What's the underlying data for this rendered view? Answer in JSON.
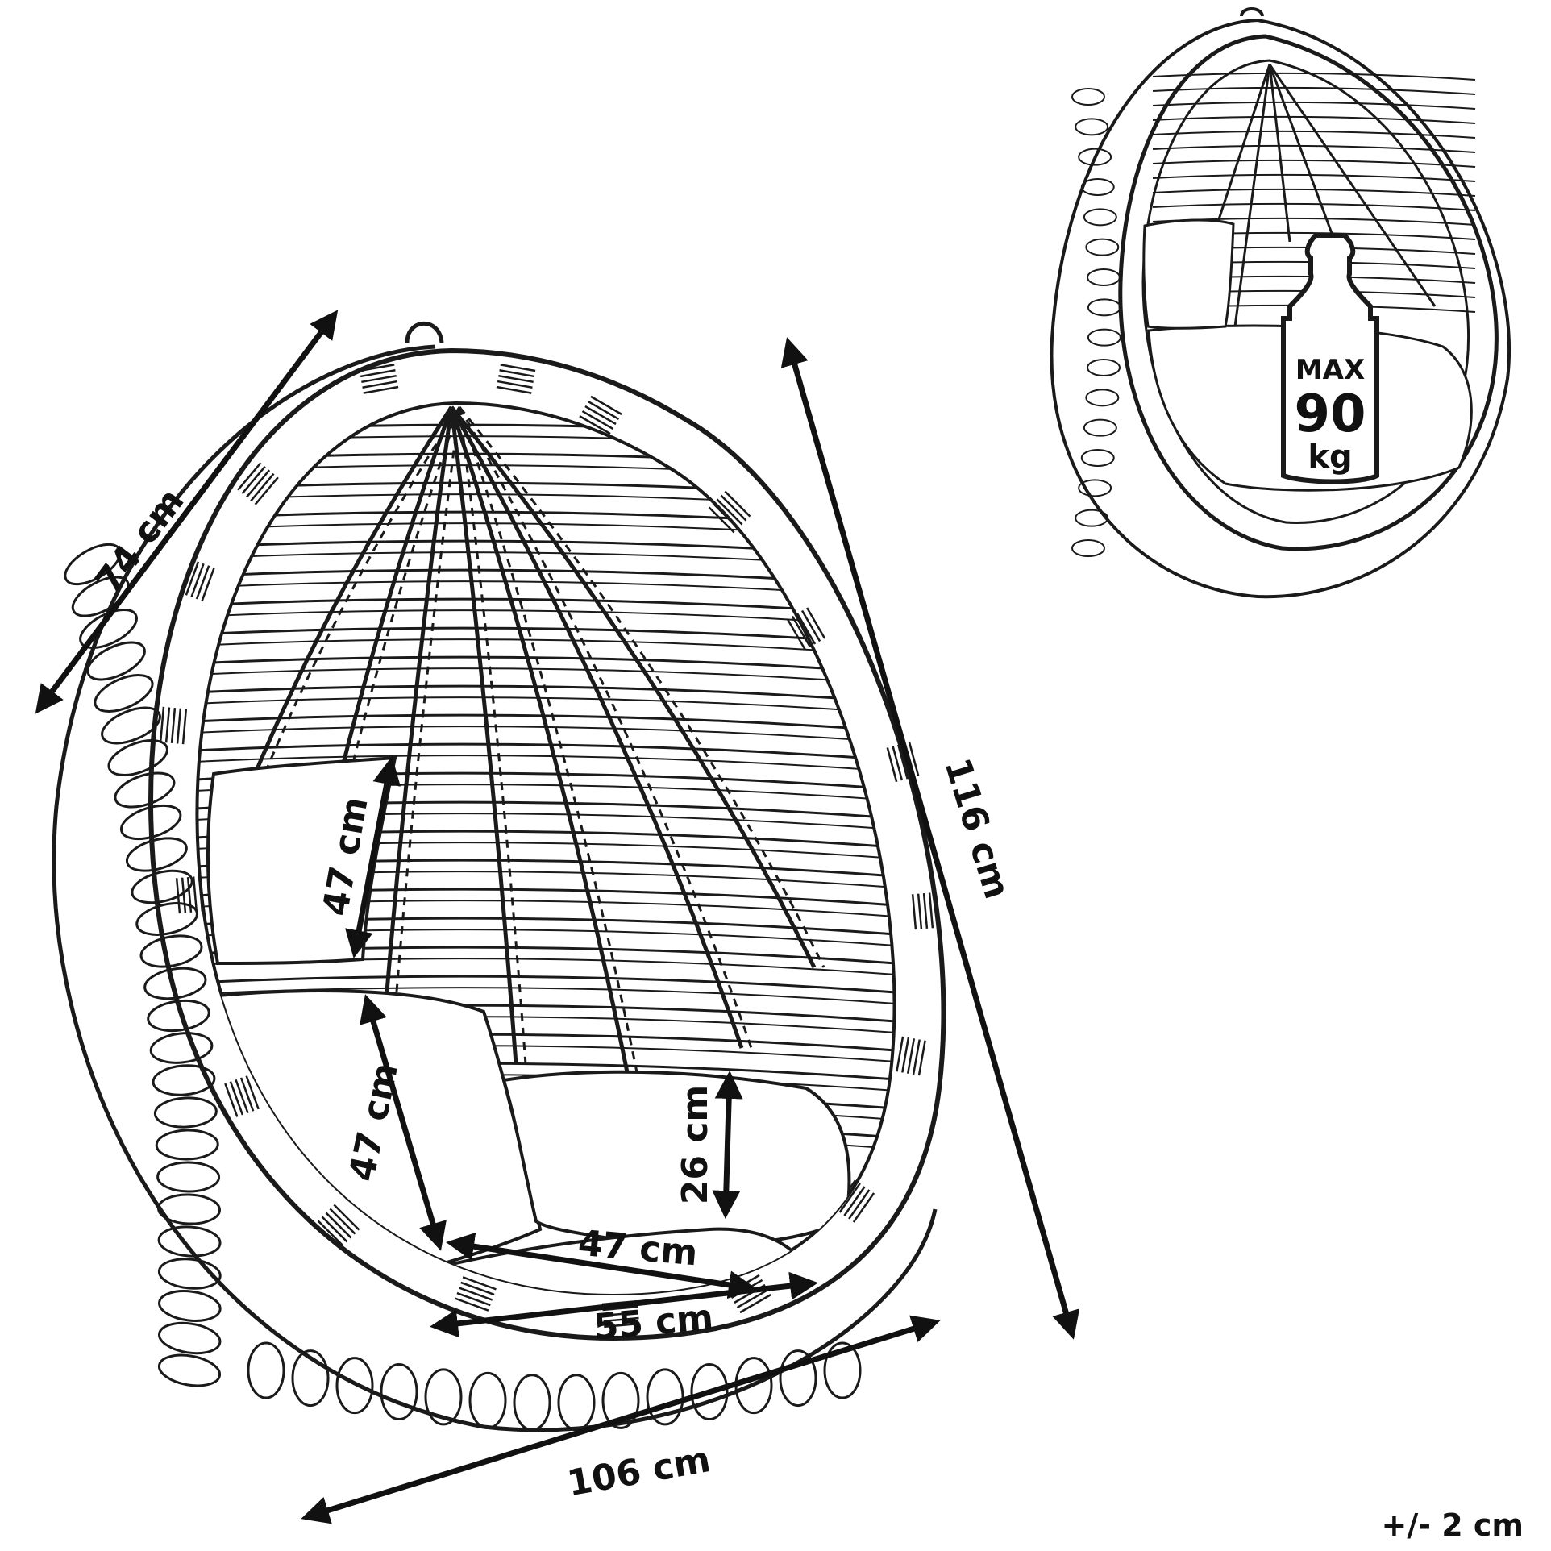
{
  "product": "hanging-egg-chair",
  "dimensions": {
    "depth": "74 cm",
    "height": "116 cm",
    "width": "106 cm",
    "backrest_height": "47 cm",
    "seat_back_height": "47 cm",
    "seat_cushion_height": "26 cm",
    "seat_width": "47 cm",
    "seat_width_outer": "55 cm"
  },
  "load": {
    "max_label": "MAX",
    "max_value": "90",
    "unit": "kg"
  },
  "tolerance": "+/- 2 cm",
  "colors": {
    "line": "#1a1a1a",
    "background": "#ffffff",
    "cushion": "#ffffff"
  }
}
